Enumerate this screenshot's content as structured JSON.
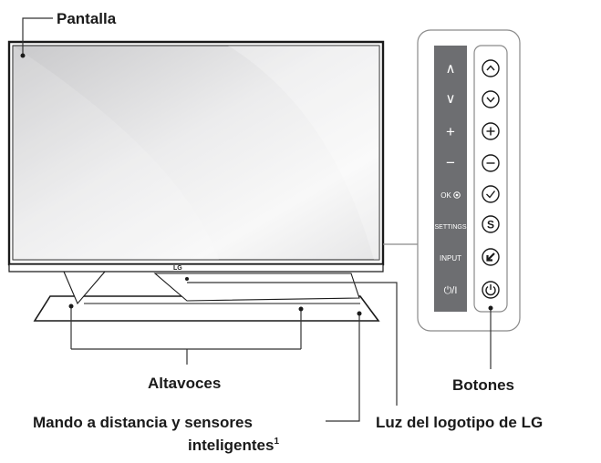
{
  "labels": {
    "screen": "Pantalla",
    "speakers": "Altavoces",
    "buttons": "Botones",
    "remote_line1": "Mando a distancia y sensores",
    "remote_line2": "inteligentes",
    "remote_footnote": "1",
    "logo_light": "Luz del logotipo de LG"
  },
  "brand_mark": "LG",
  "button_panel": {
    "left_column": [
      "∧",
      "∨",
      "+",
      "−",
      "OK",
      "SETTINGS",
      "INPUT",
      "⏻/I"
    ],
    "right_column_icons": [
      "chevron-up-icon",
      "chevron-down-icon",
      "plus-icon",
      "minus-icon",
      "check-icon",
      "settings-s-icon",
      "input-arrow-icon",
      "power-icon"
    ],
    "settings_letter": "S"
  },
  "colors": {
    "panel_dark": "#6d6e71",
    "outline": "#1a1a1a",
    "leader_line": "#333333"
  }
}
